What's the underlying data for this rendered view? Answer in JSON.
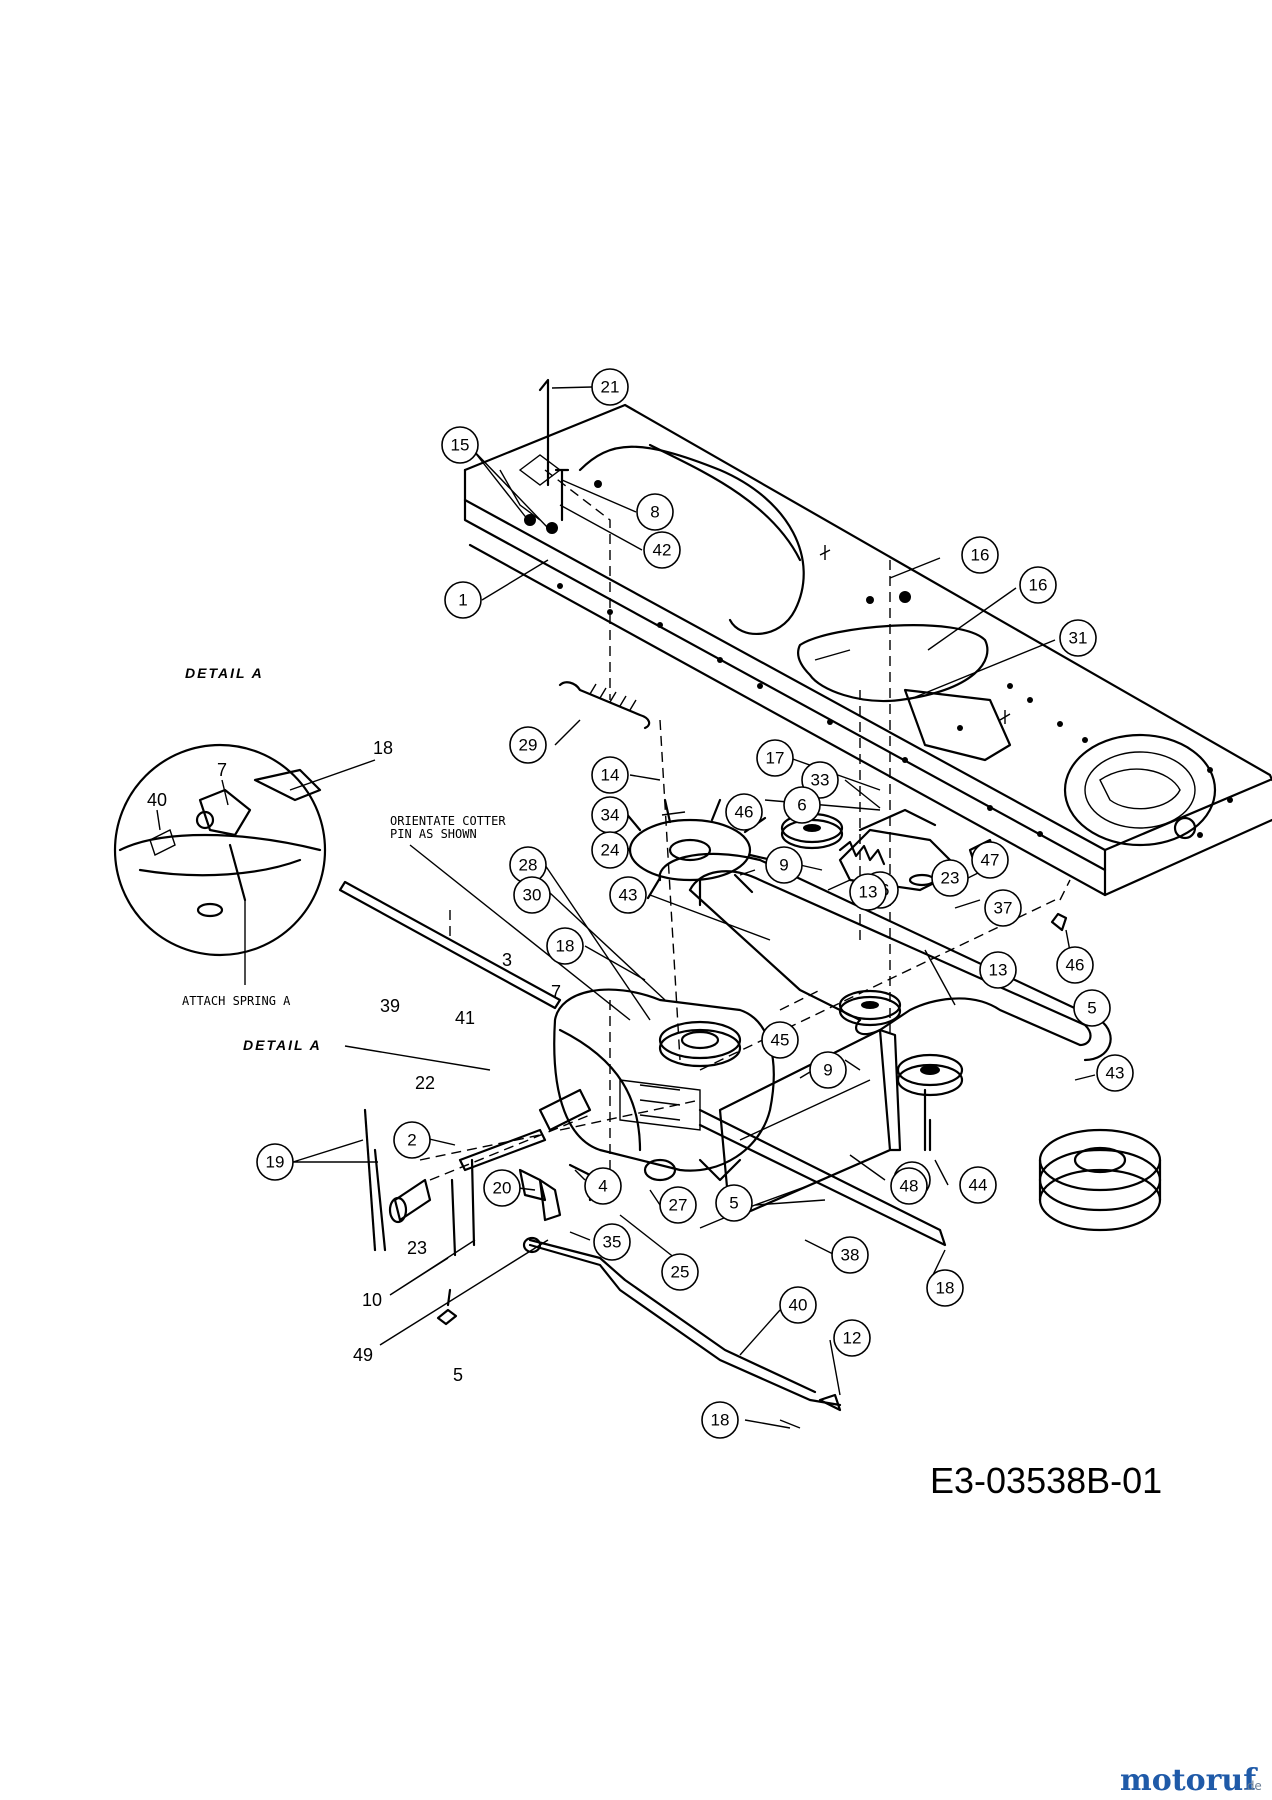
{
  "drawing_number": "E3-03538B-01",
  "watermark": {
    "brand": "motoruf",
    "suffix": ".de",
    "colors": {
      "brand": "#1f5aa8",
      "suffix": "#6a7e96"
    }
  },
  "detail": {
    "title": "DETAIL A",
    "callout_label": "DETAIL A",
    "attach_note": "ATTACH SPRING A",
    "cotter_note_line1": "ORIENTATE COTTER",
    "cotter_note_line2": "PIN AS SHOWN",
    "inset_labels": [
      "40",
      "7",
      "18"
    ]
  },
  "callouts": [
    "21",
    "15",
    "8",
    "42",
    "1",
    "16",
    "16",
    "31",
    "29",
    "14",
    "17",
    "33",
    "6",
    "34",
    "46",
    "24",
    "28",
    "43",
    "30",
    "18",
    "9",
    "26",
    "47",
    "13",
    "37",
    "23",
    "13",
    "5",
    "46",
    "45",
    "9",
    "43",
    "44",
    "11",
    "48",
    "5",
    "38",
    "18",
    "2",
    "19",
    "20",
    "4",
    "35",
    "27",
    "25",
    "40",
    "12",
    "18"
  ],
  "plain_labels": [
    "3",
    "7",
    "22",
    "41",
    "39",
    "23",
    "10",
    "49",
    "5"
  ]
}
